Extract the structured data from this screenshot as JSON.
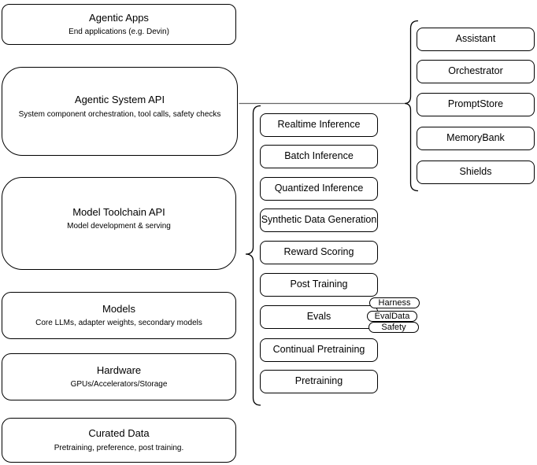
{
  "layers": [
    {
      "title": "Agentic Apps",
      "subtitle": "End applications (e.g. Devin)"
    },
    {
      "title": "Agentic System API",
      "subtitle": "System component orchestration, tool calls, safety checks"
    },
    {
      "title": "Model Toolchain API",
      "subtitle": "Model development & serving"
    },
    {
      "title": "Models",
      "subtitle": "Core LLMs, adapter weights, secondary models"
    },
    {
      "title": "Hardware",
      "subtitle": "GPUs/Accelerators/Storage"
    },
    {
      "title": "Curated Data",
      "subtitle": "Pretraining, preference, post training."
    }
  ],
  "toolchain_items": [
    "Realtime Inference",
    "Batch Inference",
    "Quantized Inference",
    "Synthetic Data Generation",
    "Reward Scoring",
    "Post Training",
    "Evals",
    "Continual Pretraining",
    "Pretraining"
  ],
  "eval_tags": [
    "Harness",
    "EvalData",
    "Safety"
  ],
  "system_components": [
    "Assistant",
    "Orchestrator",
    "PromptStore",
    "MemoryBank",
    "Shields"
  ],
  "colors": {
    "stroke": "#000000",
    "background": "#ffffff",
    "connector_line": "#666666"
  }
}
